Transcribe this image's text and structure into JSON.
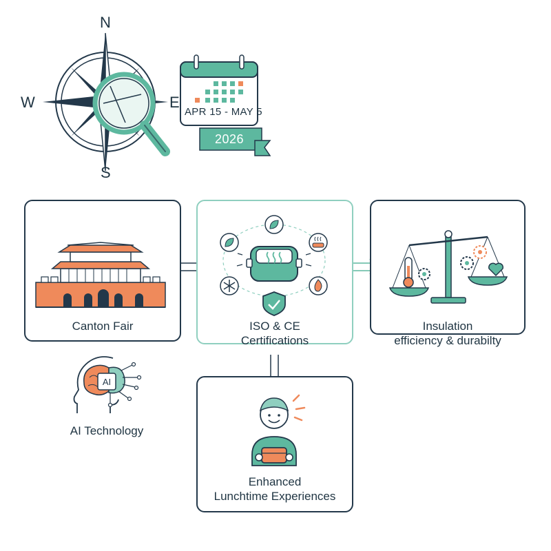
{
  "compass": {
    "north": "N",
    "south": "S",
    "east": "E",
    "west": "W"
  },
  "calendar": {
    "date_range": "APR 15 - MAY 5",
    "year": "2026"
  },
  "nodes": {
    "canton_fair": "Canton Fair",
    "certifications_line1": "ISO & CE",
    "certifications_line2": "Certifications",
    "insulation_line1": "Insulation",
    "insulation_line2": "efficiency & durabilty",
    "ai_technology": "AI Technology",
    "lunchtime_line1": "Enhanced",
    "lunchtime_line2": "Lunchtime Experiences"
  },
  "colors": {
    "teal": "#5db89f",
    "teal_light": "#8fcfbf",
    "orange": "#ef8a5b",
    "navy": "#23384a"
  },
  "icons": {
    "compass": "compass-icon",
    "magnifier": "magnifying-glass-icon",
    "calendar": "calendar-icon",
    "building": "canton-fair-building-icon",
    "lunchbox": "lunchbox-icon",
    "shield": "shield-check-icon",
    "leaf": "leaf-icon",
    "snowflake": "snowflake-icon",
    "flame": "flame-icon",
    "heat": "heat-waves-icon",
    "scale": "balance-scale-icon",
    "thermometer": "thermometer-icon",
    "gear": "gear-icon",
    "heart": "heart-icon",
    "brain": "ai-brain-icon",
    "person": "happy-person-icon"
  }
}
